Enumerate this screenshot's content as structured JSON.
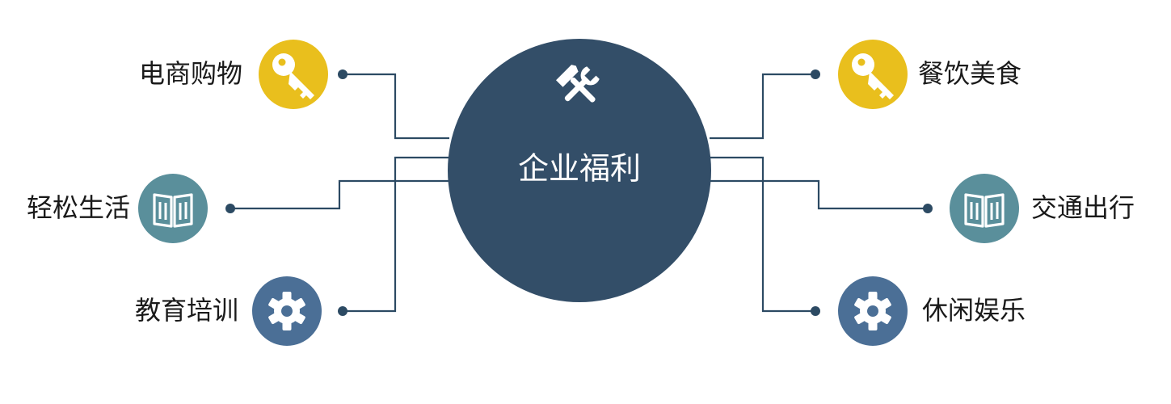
{
  "center": {
    "title": "企业福利",
    "icon": "tools-icon",
    "color": "#334e68"
  },
  "line_color": "#2c4a63",
  "colors": {
    "yellow": "#e9bf1d",
    "teal": "#5a8f9b",
    "blue": "#4b6f96"
  },
  "items_left": [
    {
      "label": "电商购物",
      "icon": "key-icon",
      "color": "#e9bf1d"
    },
    {
      "label": "轻松生活",
      "icon": "book-icon",
      "color": "#5a8f9b"
    },
    {
      "label": "教育培训",
      "icon": "gear-icon",
      "color": "#4b6f96"
    }
  ],
  "items_right": [
    {
      "label": "餐饮美食",
      "icon": "key-icon",
      "color": "#e9bf1d"
    },
    {
      "label": "交通出行",
      "icon": "book-icon",
      "color": "#5a8f9b"
    },
    {
      "label": "休闲娱乐",
      "icon": "gear-icon",
      "color": "#4b6f96"
    }
  ]
}
